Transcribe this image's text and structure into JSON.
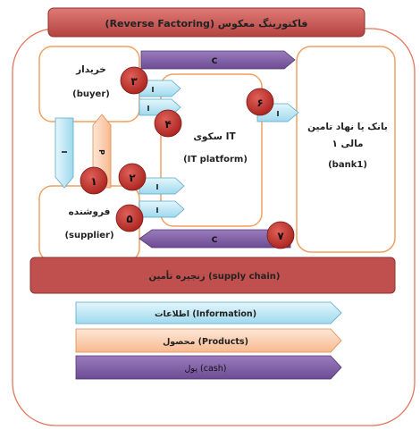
{
  "title": "فاکتورینگ معکوس (Reverse Factoring)",
  "buyer": {
    "fa": "خریدار",
    "en": "(buyer)"
  },
  "supplier": {
    "fa": "فروشنده",
    "en": "(supplier)"
  },
  "platform": {
    "fa": "سکوی IT",
    "en": "(IT platform)"
  },
  "bank": {
    "line1": "بانک یا نهاد تامین",
    "line2": "مالی ۱",
    "en": "(bank1)"
  },
  "supply_chain": "زنجیره تأمین (supply chain)",
  "arrows": {
    "cash": "C",
    "info": "I",
    "product": "P"
  },
  "steps": [
    "۱",
    "۲",
    "۳",
    "۴",
    "۵",
    "۶",
    "۷"
  ],
  "legend": {
    "information": "اطلاعات (Information)",
    "products": "محصول (Products)",
    "cash": "پول (cash)"
  },
  "colors": {
    "title_bg": "#c0504d",
    "outline": "#e6745c",
    "box_border": "#f0a060",
    "info_arrow": "#b7e3f3",
    "product_arrow": "#fbcfb0",
    "cash_arrow": "#7f5fa5",
    "step_circle": "#c0312b"
  }
}
